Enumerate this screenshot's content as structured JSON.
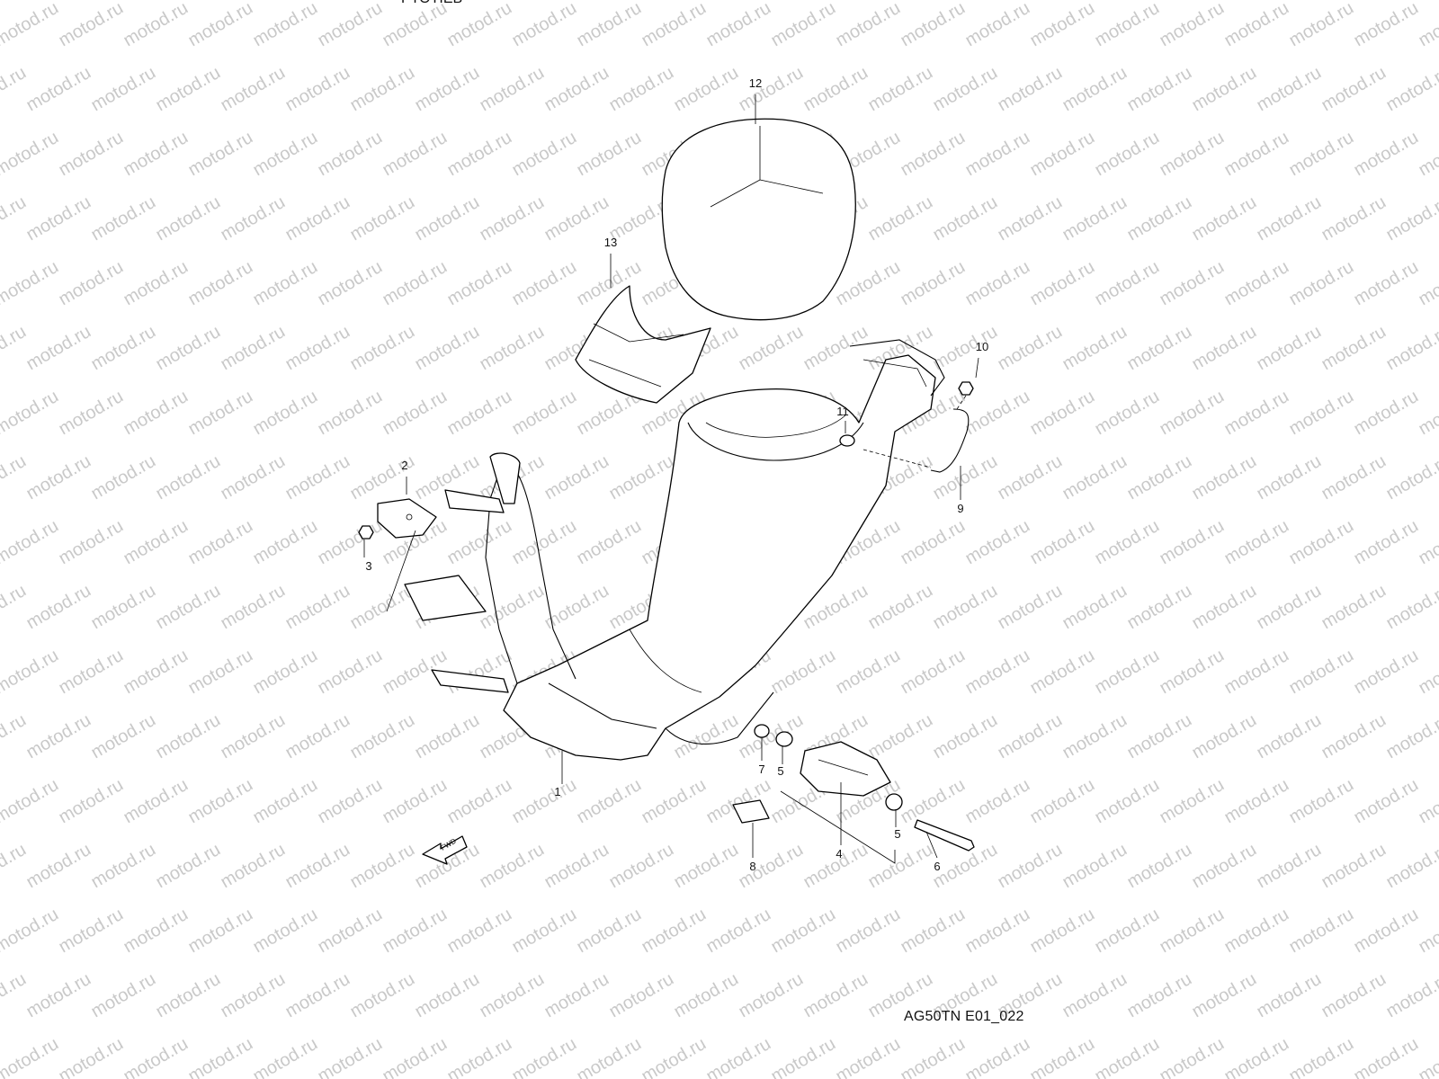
{
  "header": {
    "cut_off_text": "PTOTIEB"
  },
  "watermark": {
    "text": "motod.ru"
  },
  "callouts": [
    "1",
    "2",
    "3",
    "4",
    "5",
    "5",
    "6",
    "7",
    "8",
    "9",
    "10",
    "11",
    "12",
    "13"
  ],
  "fwd_label": "FWD",
  "drawing_id": "AG50TN E01_022"
}
